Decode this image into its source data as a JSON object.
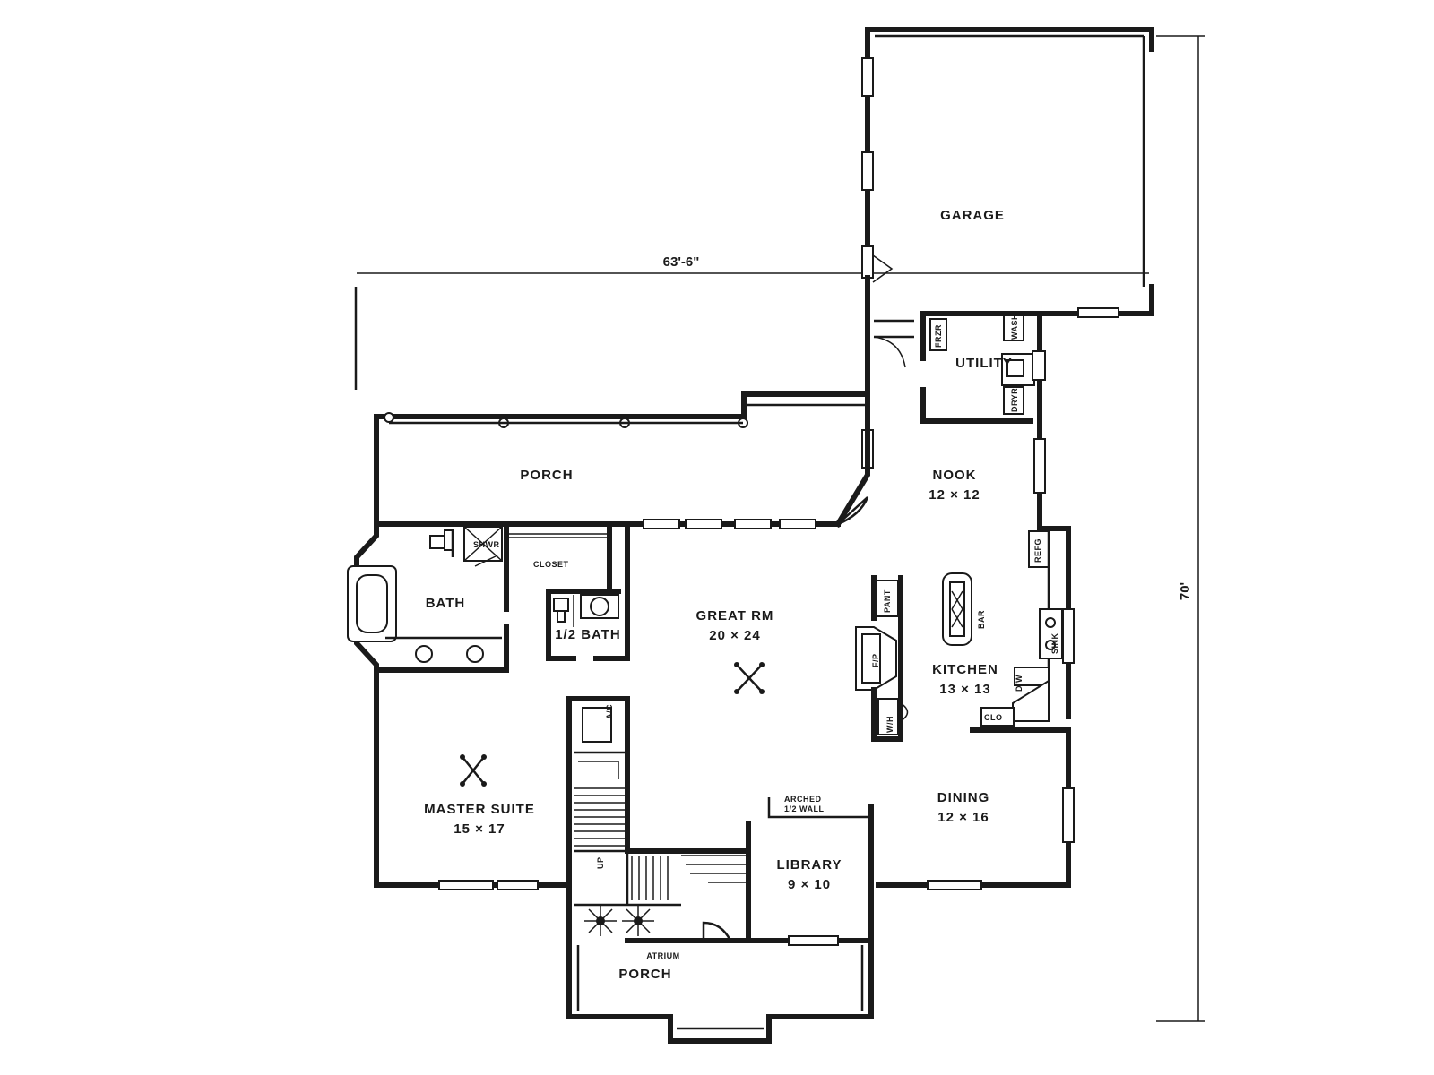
{
  "dimensions": {
    "width": "63'-6\"",
    "depth": "70'"
  },
  "rooms": {
    "garage": {
      "name": "GARAGE"
    },
    "utility": {
      "name": "UTILITY"
    },
    "porch_rear": {
      "name": "PORCH"
    },
    "nook": {
      "name": "NOOK",
      "size": "12 × 12"
    },
    "bath": {
      "name": "BATH"
    },
    "closet": {
      "name": "CLOSET"
    },
    "half_bath": {
      "name": "1/2 BATH"
    },
    "great_rm": {
      "name": "GREAT RM",
      "size": "20 × 24"
    },
    "kitchen": {
      "name": "KITCHEN",
      "size": "13 × 13"
    },
    "master_suite": {
      "name": "MASTER SUITE",
      "size": "15 × 17"
    },
    "dining": {
      "name": "DINING",
      "size": "12 × 16"
    },
    "library": {
      "name": "LIBRARY",
      "size": "9 × 10"
    },
    "porch_front": {
      "name": "PORCH"
    }
  },
  "fixtures": {
    "shower": "SHWR",
    "pantry": "PANT",
    "refrigerator": "REFG",
    "dishwasher": "D/W",
    "sink": "SINK",
    "fireplace": "F/P",
    "wet_bar": "BAR",
    "ac": "A/C",
    "dryer": "DRYR",
    "washer": "WASH",
    "water_heater": "W/H",
    "freezer": "FRZR",
    "closet_short": "CLO",
    "arched_wall_line1": "ARCHED",
    "arched_wall_line2": "1/2 WALL",
    "atrium": "ATRIUM",
    "up": "UP"
  }
}
